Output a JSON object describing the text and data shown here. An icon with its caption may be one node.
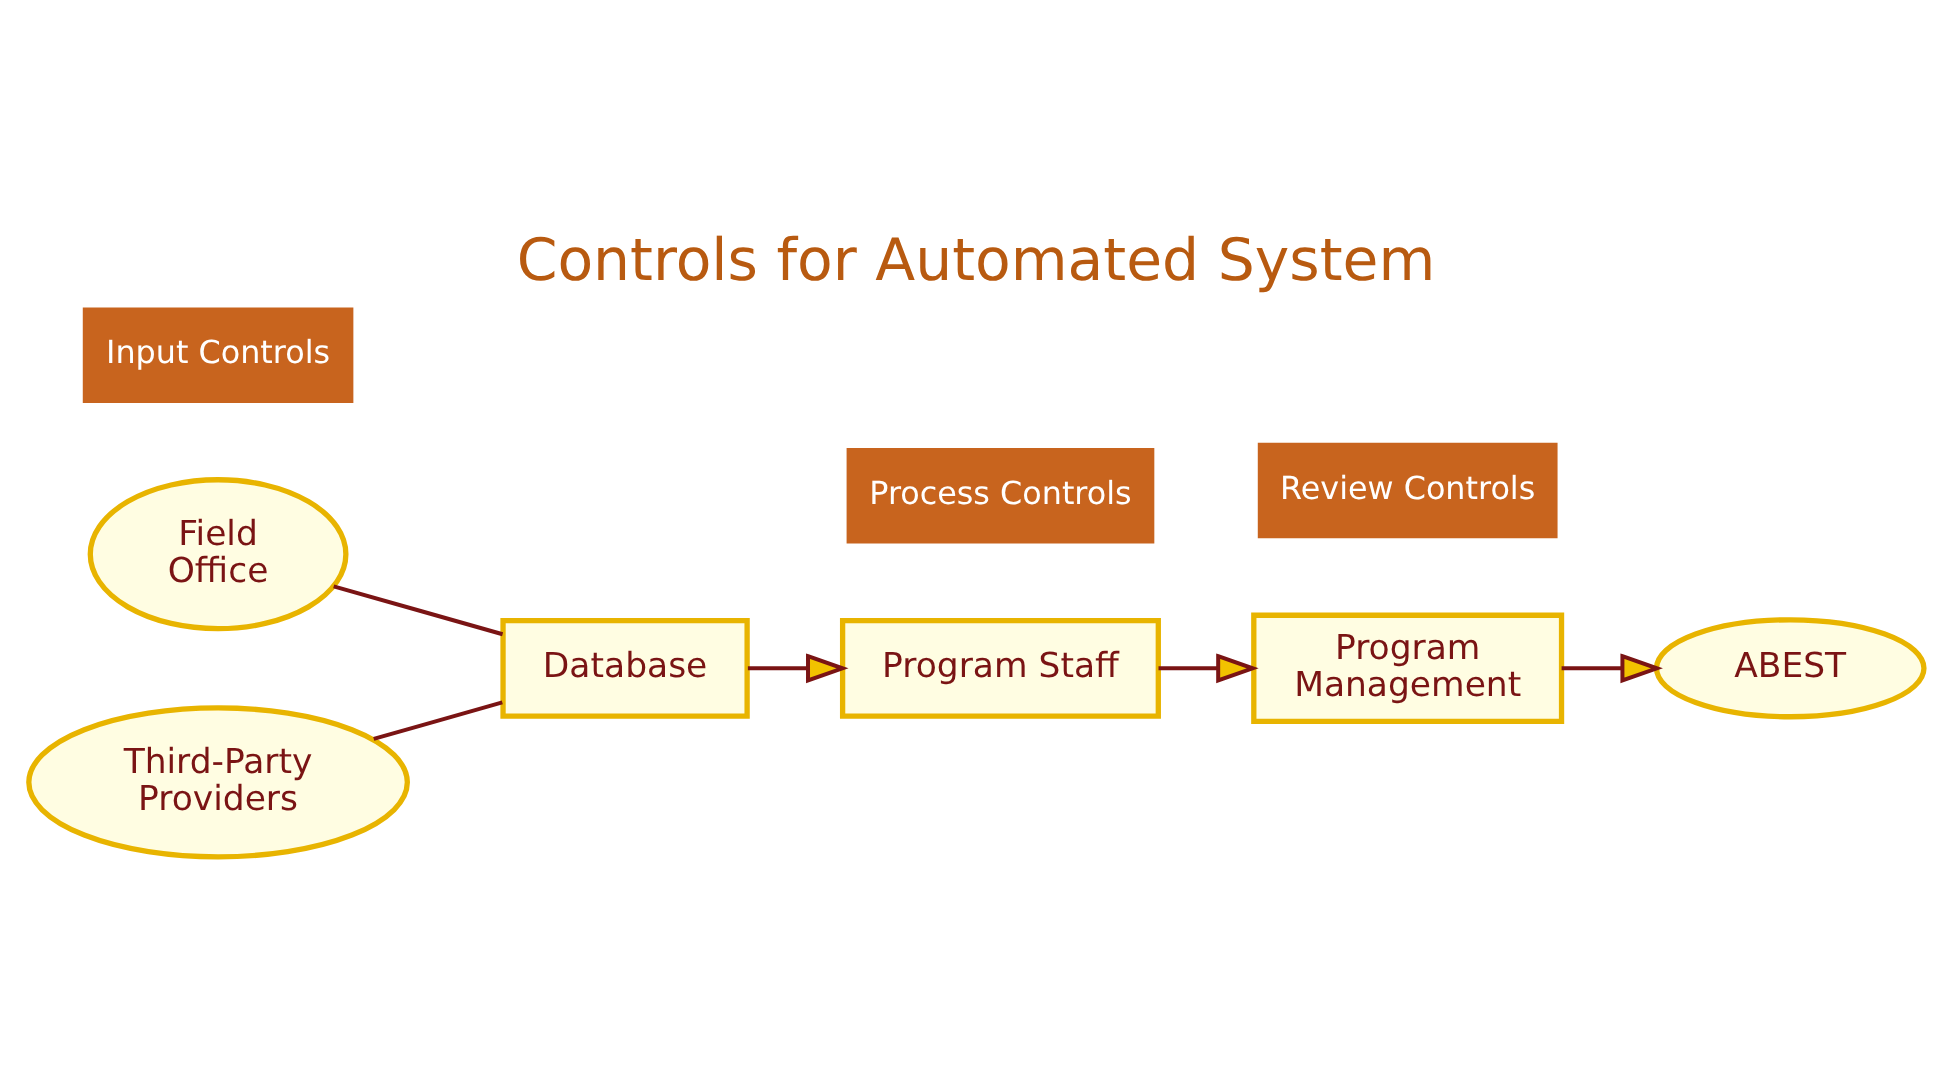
{
  "diagram": {
    "title": "Controls for Automated System",
    "nodes": [
      {
        "text": [
          "Field Office"
        ]
      },
      {
        "text": [
          "Third-Party Providers"
        ]
      },
      {
        "text": [
          "Database"
        ]
      },
      {
        "text": [
          "Program Staff"
        ]
      },
      {
        "text": [
          "Program Management"
        ]
      },
      {
        "text": [
          "ABEST"
        ]
      }
    ],
    "edges": [
      {
        "from": 0,
        "to": 2,
        "arrow": "none"
      },
      {
        "from": 1,
        "to": 2,
        "arrow": "none"
      },
      {
        "from": 2,
        "to": 3,
        "arrow": "to"
      },
      {
        "from": 3,
        "to": 4,
        "arrow": "to"
      },
      {
        "from": 4,
        "to": 5,
        "arrow": "to"
      }
    ],
    "labels": [
      "Input Controls",
      "Process Controls",
      "Review Controls"
    ]
  }
}
